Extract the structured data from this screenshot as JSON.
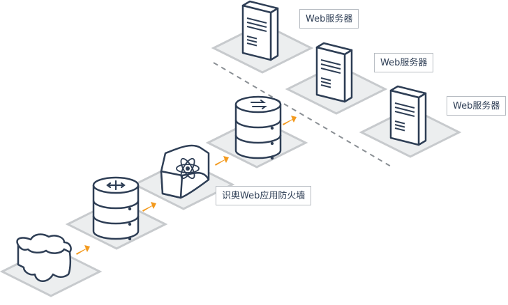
{
  "labels": {
    "server_1": "Web服务器",
    "server_2": "Web服务器",
    "server_3": "Web服务器",
    "firewall": "识奥Web应用防火墙"
  },
  "colors": {
    "outline": "#2e3e55",
    "fill": "#ffffff",
    "plate_fill": "#eceeef",
    "plate_stroke": "#c7cacd",
    "arrow": "#f39a1e",
    "dashed_line": "#8a8f94"
  },
  "icons": {
    "cloud": "cloud-icon",
    "router": "router-icon",
    "firewall": "shield-atom-icon",
    "switch": "switch-icon",
    "server": "server-tower-icon"
  }
}
